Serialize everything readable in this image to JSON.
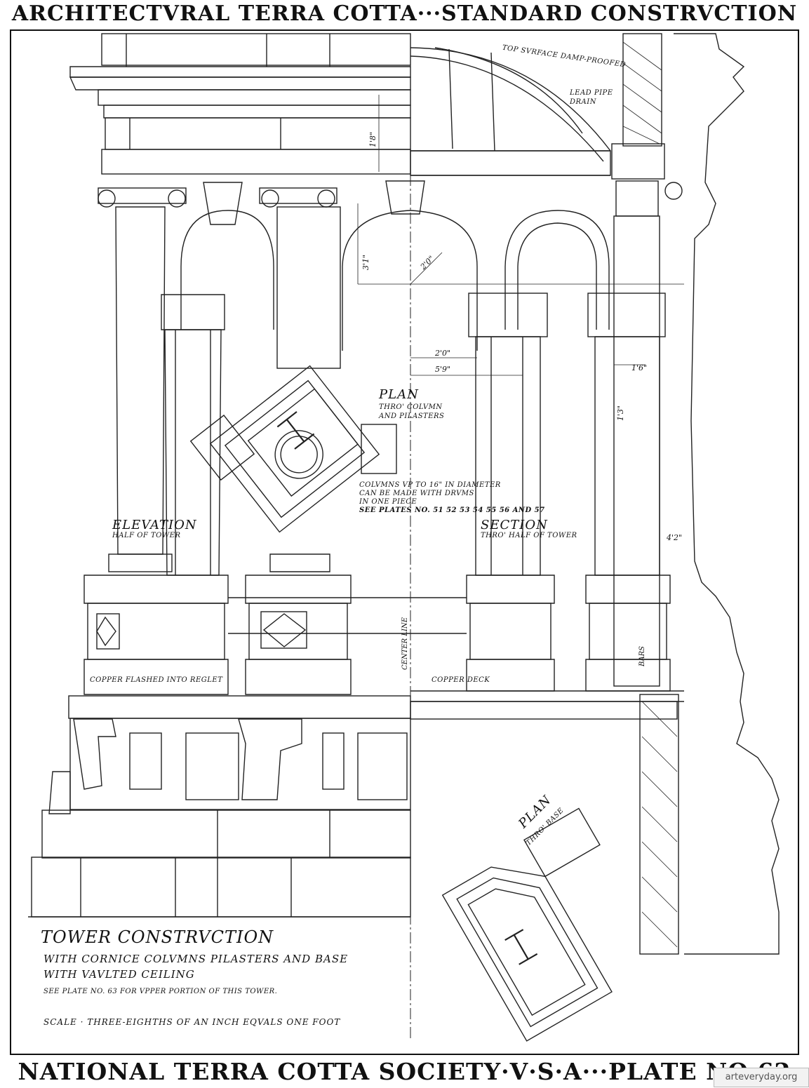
{
  "header": {
    "title": "ARCHITECTVRAL TERRA COTTA···STANDARD CONSTRVCTION"
  },
  "footer": {
    "title": "NATIONAL TERRA COTTA SOCIETY·V·S·A···PLATE NO·62"
  },
  "drawing": {
    "section_annotations": {
      "top_surface": "TOP SVRFACE DAMP-PROOFED",
      "lead_pipe": "LEAD PIPE DRAIN",
      "copper_flashed": "COPPER FLASHED INTO REGLET",
      "copper_deck": "COPPER DECK",
      "center_line": "CENTER LINE",
      "bars": "BARS"
    },
    "dimensions": {
      "d_2_0_arc": "2'0\"",
      "d_3_1": "3'1\"",
      "d_2_0": "2'0\"",
      "d_5_9": "5'9\"",
      "d_1_6": "1'6\"",
      "d_4_2": "4'2\"",
      "d_1_8": "1'8\"",
      "d_1_3": "1'3\""
    },
    "plan_column": {
      "title": "PLAN",
      "subtitle_1": "THRO' COLVMN",
      "subtitle_2": "AND PILASTERS"
    },
    "column_note": {
      "line1": "COLVMNS VP TO 16\" IN DIAMETER",
      "line2": "CAN BE MADE WITH DRVMS",
      "line3": "IN ONE PIECE",
      "line4": "SEE PLATES NO. 51 52 53 54 55 56 AND 57"
    },
    "elevation": {
      "title": "ELEVATION",
      "subtitle": "HALF OF TOWER"
    },
    "section": {
      "title": "SECTION",
      "subtitle": "THRO' HALF OF TOWER"
    },
    "plan_base": {
      "title": "PLAN",
      "subtitle": "THRO' BASE"
    },
    "caption": {
      "title": "TOWER CONSTRVCTION",
      "line1": "WITH CORNICE COLVMNS PILASTERS AND BASE",
      "line2": "WITH VAVLTED CEILING",
      "see_plate": "SEE PLATE NO. 63 FOR VPPER PORTION OF THIS TOWER.",
      "scale": "SCALE · THREE-EIGHTHS OF AN INCH EQVALS ONE FOOT"
    }
  },
  "watermark": "arteveryday.org"
}
